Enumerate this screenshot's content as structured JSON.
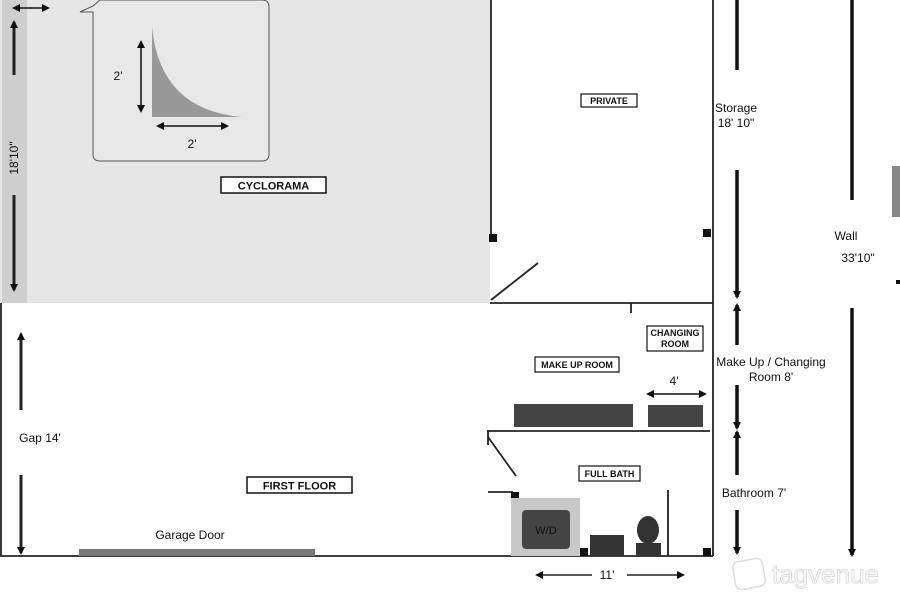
{
  "rooms": {
    "cyclorama": "CYCLORAMA",
    "private": "PRIVATE",
    "changing_line1": "CHANGING",
    "changing_line2": "ROOM",
    "makeup": "MAKE UP ROOM",
    "full_bath": "FULL BATH",
    "first_floor": "FIRST FLOOR"
  },
  "dimensions": {
    "cyclorama_height": "18'10\"",
    "cove_height": "2'",
    "cove_width": "2'",
    "gap": "Gap 14'",
    "bath_width": "11'",
    "changing_width": "4'",
    "storage_line1": "Storage",
    "storage_line2": "18' 10\"",
    "makeup_line1": "Make Up / Changing",
    "makeup_line2": "Room 8'",
    "bathroom": "Bathroom 7'",
    "wall_label": "Wall",
    "wall_length": "33'10\""
  },
  "fixtures": {
    "garage_door": "Garage Door",
    "washer_dryer": "W/D"
  },
  "watermark": "tagvenue",
  "colors": {
    "cyclorama_fill": "#e6e6e6",
    "fixture": "#444444",
    "wall": "#222222"
  }
}
